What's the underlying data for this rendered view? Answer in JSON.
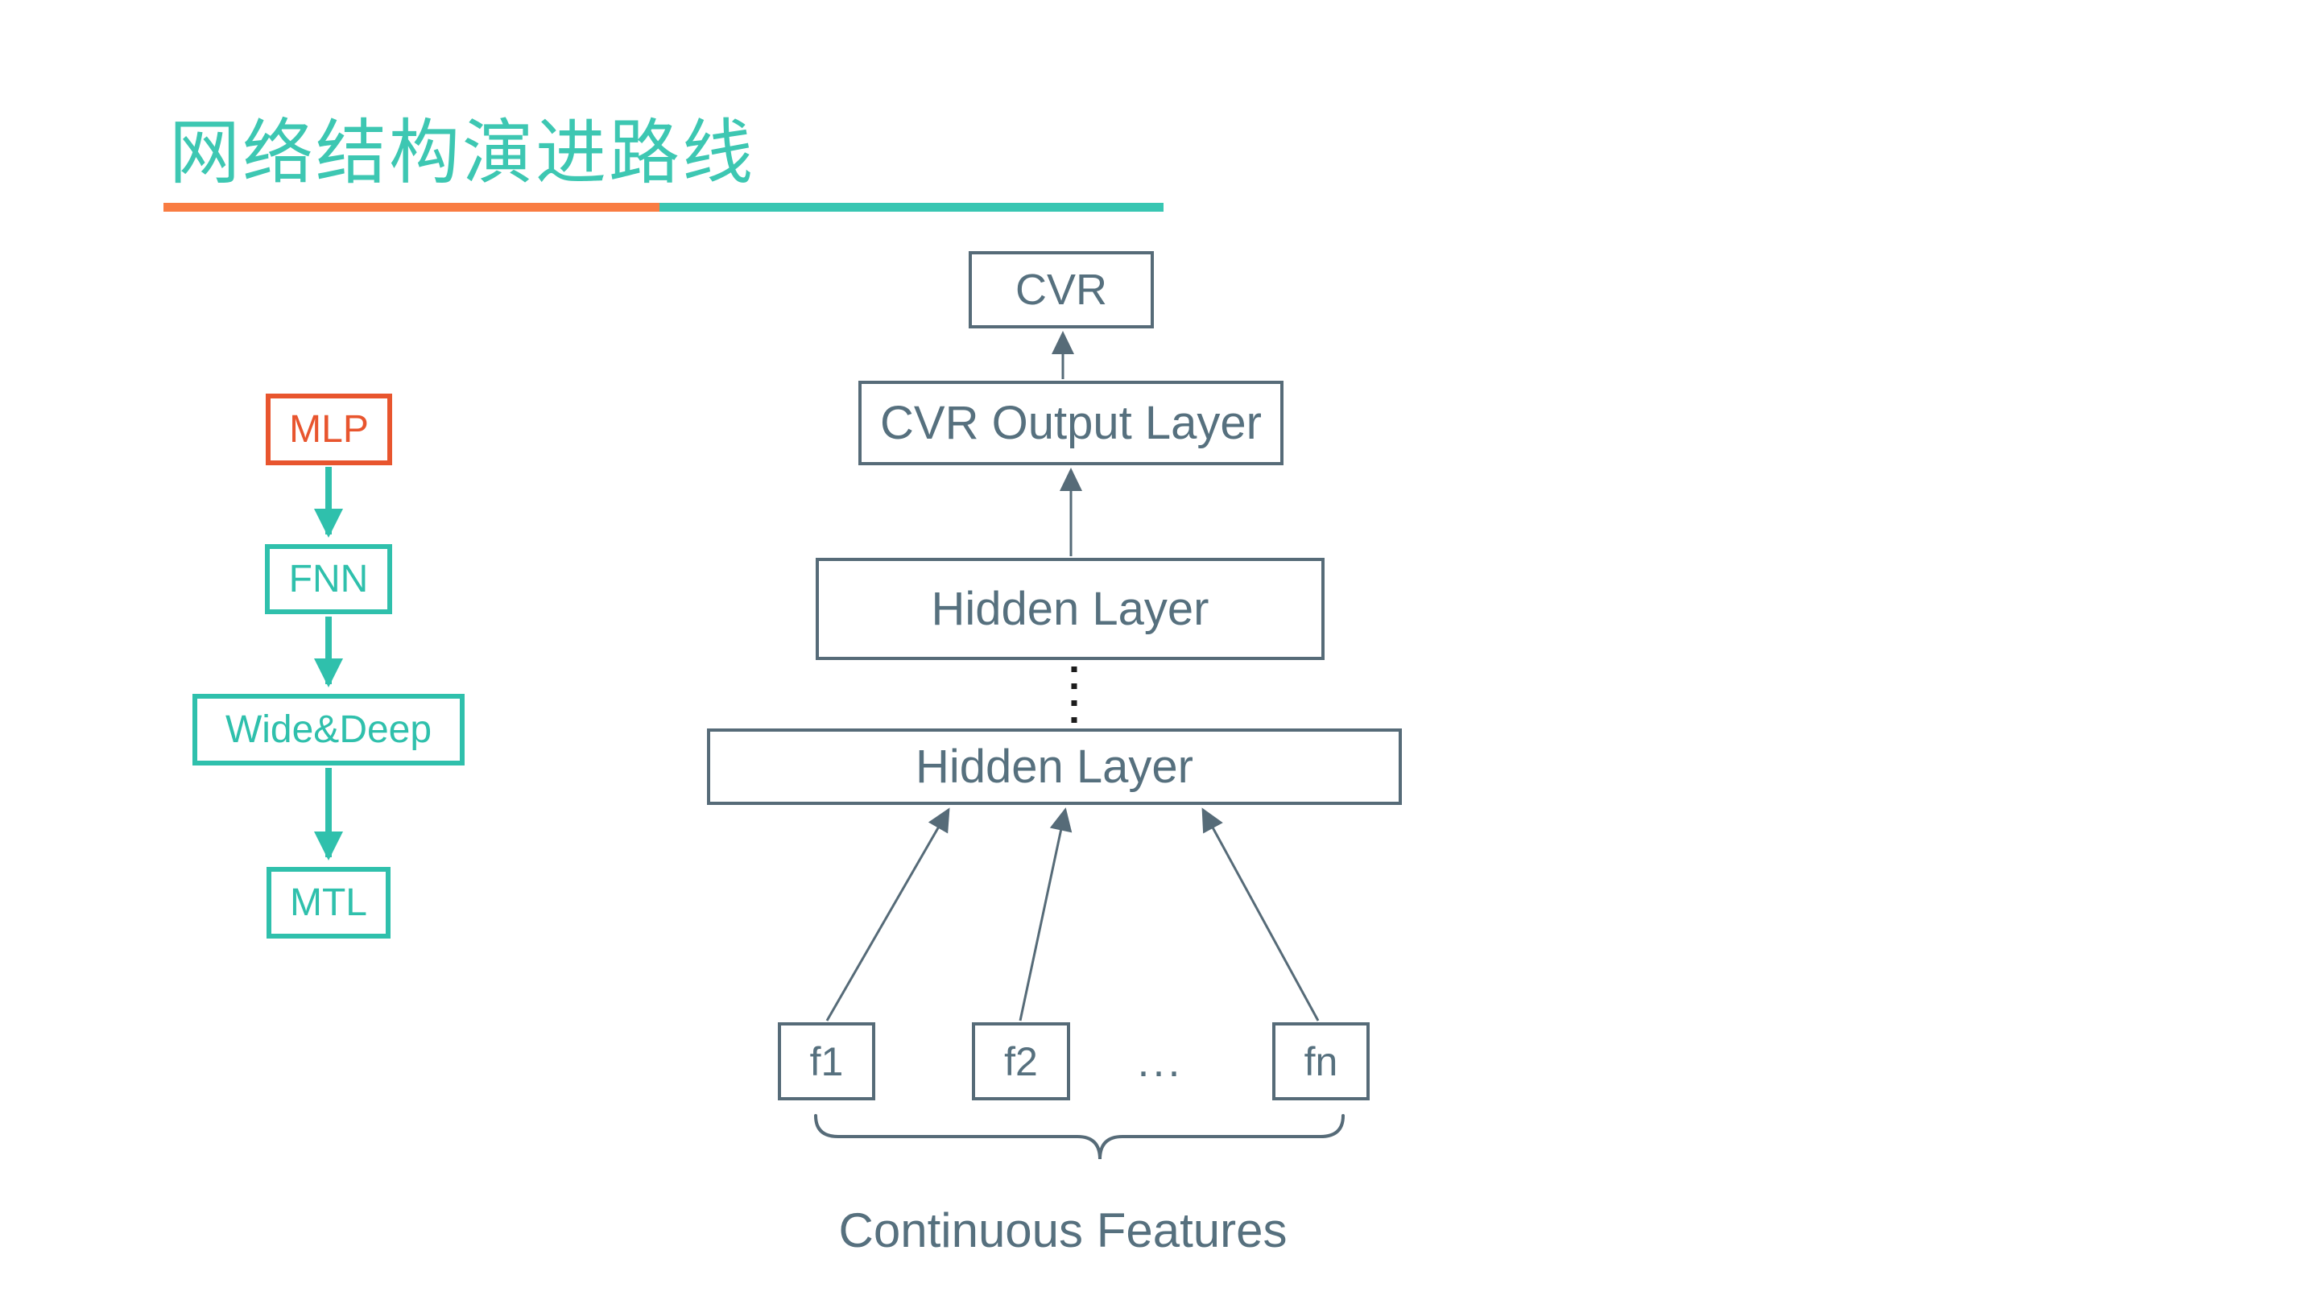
{
  "slide": {
    "title": "网络结构演进路线"
  },
  "colors": {
    "title_teal": "#3dc7b2",
    "underline_orange": "#f97c42",
    "underline_teal": "#38c6b2",
    "flow_teal": "#2fc0ac",
    "flow_highlight_orange": "#e8552e",
    "diagram_gray": "#566b78",
    "dotted_connector_black": "#1c1c1c"
  },
  "evolution_flow": {
    "nodes": [
      {
        "label": "MLP",
        "highlight": true
      },
      {
        "label": "FNN",
        "highlight": false
      },
      {
        "label": "Wide&Deep",
        "highlight": false
      },
      {
        "label": "MTL",
        "highlight": false
      }
    ]
  },
  "network_diagram": {
    "cvr": "CVR",
    "cvr_output_layer": "CVR Output Layer",
    "hidden_layer_upper": "Hidden Layer",
    "hidden_layer_lower": "Hidden Layer",
    "feature_1": "f1",
    "feature_2": "f2",
    "feature_ellipsis": "...",
    "feature_n": "fn",
    "brace_label": "Continuous Features"
  }
}
